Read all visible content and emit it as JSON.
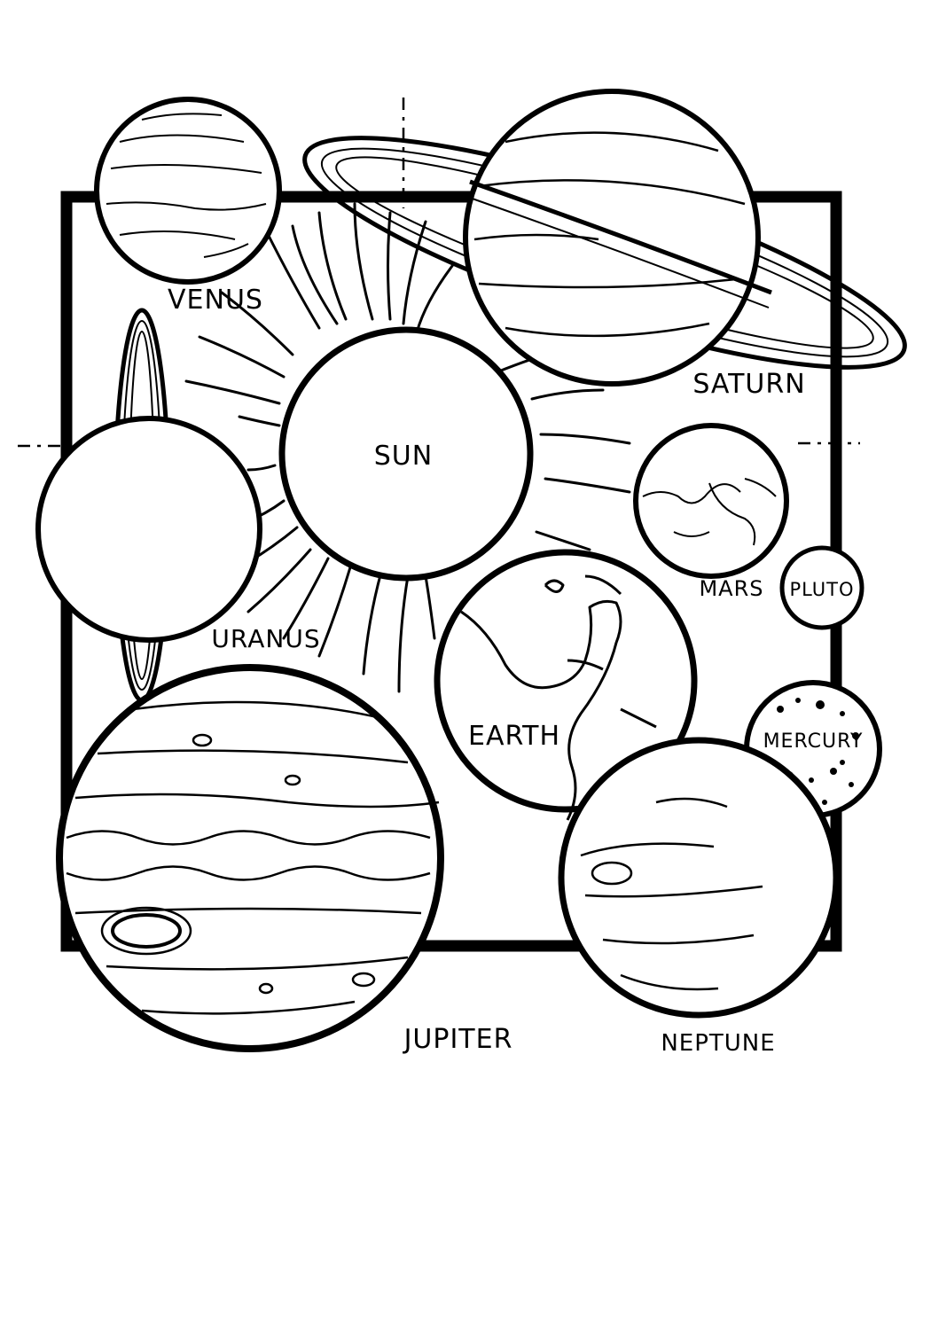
{
  "colors": {
    "ink": "#000000",
    "paper": "#ffffff"
  },
  "labels": {
    "venus": "VENUS",
    "saturn": "SATURN",
    "sun": "SUN",
    "mars": "MARS",
    "pluto": "PLUTO",
    "uranus": "URANUS",
    "earth": "EARTH",
    "mercury": "MERCURY",
    "jupiter": "JUPITER",
    "neptune": "NEPTUNE"
  }
}
